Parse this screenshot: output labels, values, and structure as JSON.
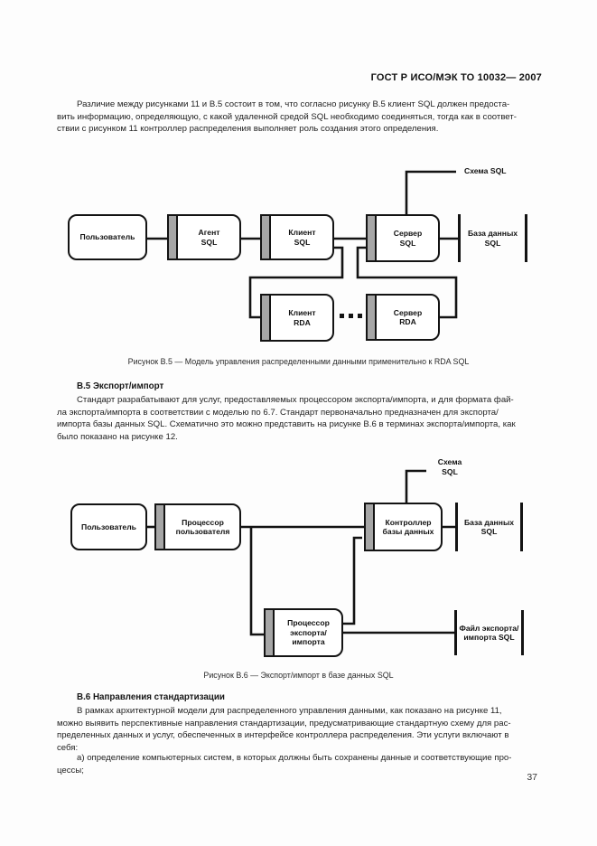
{
  "page": {
    "header": "ГОСТ Р ИСО/МЭК ТО 10032— 2007",
    "page_number": "37"
  },
  "intro_paragraph": "Различие между рисунками 11 и В.5 состоит в том, что согласно рисунку В.5 клиент SQL должен предоста-\nвить информацию, определяющую, с какой удаленной средой SQL необходимо соединяться, тогда как в соответ-\nствии с рисунком 11 контроллер распределения выполняет роль создания этого определения.",
  "figure_b5": {
    "caption": "Рисунок В.5 — Модель управления распределенными данными применительно к RDA SQL",
    "schema_label": "Схема SQL",
    "nodes": {
      "user": "Пользователь",
      "agent": "Агент\nSQL",
      "client": "Клиент\nSQL",
      "server": "Сервер\nSQL",
      "database": "База данных\nSQL",
      "rda_client": "Клиент\nRDA",
      "rda_server": "Сервер\nRDA"
    },
    "icons": {
      "ellipsis": "three-black-squares"
    }
  },
  "section_b5": {
    "heading": "В.5 Экспорт/импорт",
    "body": "Стандарт разрабатывают для услуг, предоставляемых процессором экспорта/импорта, и для формата фай-\nла экспорта/импорта в соответствии с моделью по 6.7. Стандарт первоначально предназначен для экспорта/\nимпорта базы данных SQL. Схематично это можно представить на рисунке В.6 в терминах экспорта/импорта, как\nбыло показано на рисунке 12."
  },
  "figure_b6": {
    "caption": "Рисунок В.6 — Экспорт/импорт в базе данных SQL",
    "schema_label": "Схема\nSQL",
    "nodes": {
      "user": "Пользователь",
      "user_processor": "Процессор\nпользователя",
      "db_controller": "Контроллер\nбазы данных",
      "database": "База данных\nSQL",
      "export_processor": "Процессор\nэкспорта/\nимпорта",
      "export_file": "Файл экспорта/\nимпорта SQL"
    }
  },
  "section_b6": {
    "heading": "В.6 Направления стандартизации",
    "body": "В рамках архитектурной модели для распределенного управления данными, как показано на рисунке 11,\nможно выявить перспективные направления стандартизации, предусматривающие стандартную схему для рас-\nпределенных данных и услуг, обеспеченных в интерфейсе контроллера распределения. Эти услуги включают в\nсебя:",
    "item_a": "а) определение компьютерных систем, в которых должны быть сохранены данные и соответствующие про-\nцессы;"
  },
  "colors": {
    "line": "#131313",
    "stripe_gray": "#a6a6a6",
    "paper": "#fdfdfd"
  }
}
